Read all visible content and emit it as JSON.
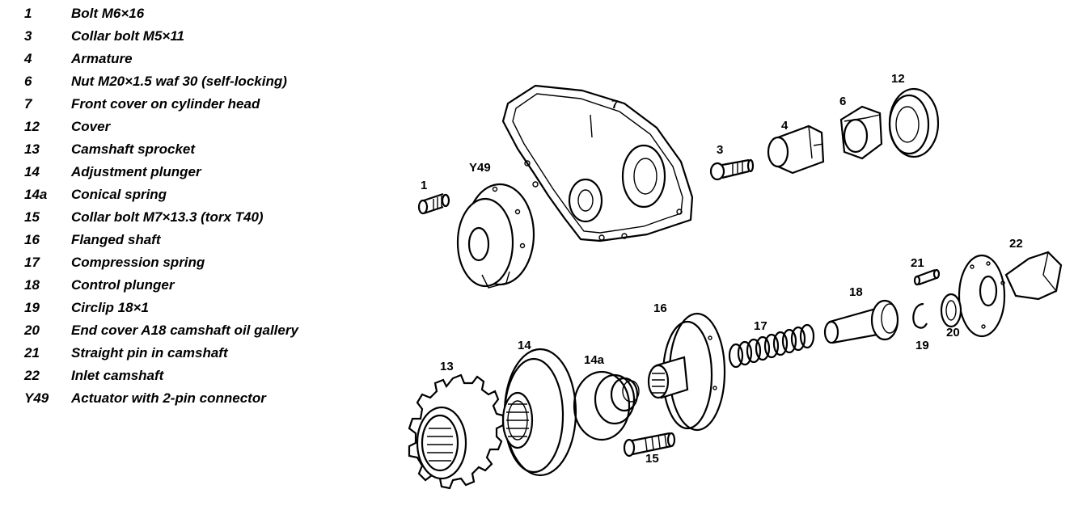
{
  "legend": [
    {
      "num": "1",
      "text": "Bolt M6×16"
    },
    {
      "num": "3",
      "text": "Collar bolt M5×11"
    },
    {
      "num": "4",
      "text": "Armature"
    },
    {
      "num": "6",
      "text": "Nut M20×1.5 waf 30 (self-locking)"
    },
    {
      "num": "7",
      "text": "Front cover on cylinder head"
    },
    {
      "num": "12",
      "text": "Cover"
    },
    {
      "num": "13",
      "text": "Camshaft sprocket"
    },
    {
      "num": "14",
      "text": "Adjustment plunger"
    },
    {
      "num": "14a",
      "text": "Conical spring"
    },
    {
      "num": "15",
      "text": "Collar bolt M7×13.3 (torx T40)"
    },
    {
      "num": "16",
      "text": "Flanged shaft"
    },
    {
      "num": "17",
      "text": "Compression spring"
    },
    {
      "num": "18",
      "text": "Control plunger"
    },
    {
      "num": "19",
      "text": "Circlip 18×1"
    },
    {
      "num": "20",
      "text": "End cover A18 camshaft oil gallery"
    },
    {
      "num": "21",
      "text": "Straight pin in camshaft"
    },
    {
      "num": "22",
      "text": "Inlet camshaft"
    },
    {
      "num": "Y49",
      "text": "Actuator with 2-pin connector"
    }
  ],
  "callouts": {
    "c1": "1",
    "cY49": "Y49",
    "c7": "7",
    "c3": "3",
    "c4": "4",
    "c6": "6",
    "c12": "12",
    "c21": "21",
    "c22": "22",
    "c18": "18",
    "c19": "19",
    "c20": "20",
    "c17": "17",
    "c16": "16",
    "c14": "14",
    "c14a": "14a",
    "c13": "13",
    "c15": "15"
  },
  "style": {
    "line_color": "#000000",
    "background": "#ffffff"
  }
}
